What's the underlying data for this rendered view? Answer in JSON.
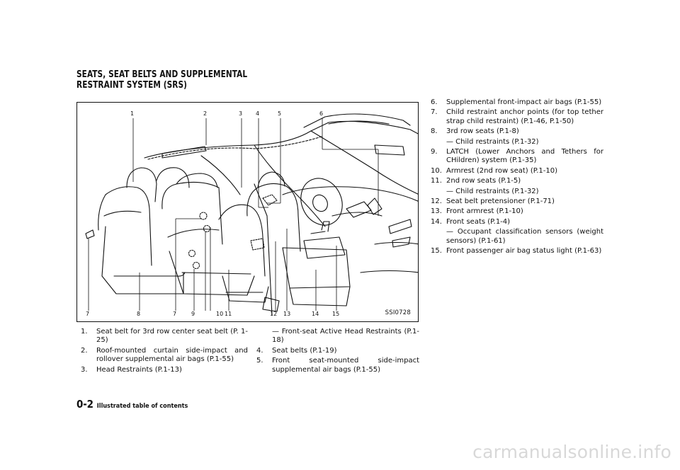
{
  "title": "SEATS, SEAT BELTS AND SUPPLEMENTAL RESTRAINT SYSTEM (SRS)",
  "figure": {
    "id": "SSI0728",
    "callouts_top": [
      "1",
      "2",
      "3",
      "4",
      "5",
      "6"
    ],
    "callouts_bottom": [
      "7",
      "8",
      "7",
      "9",
      "10",
      "11",
      "12",
      "13",
      "14",
      "15"
    ]
  },
  "list_left": [
    {
      "num": "1.",
      "text": "Seat belt for 3rd row center seat belt (P. 1-25)"
    },
    {
      "num": "2.",
      "text": "Roof-mounted curtain side-impact and rollover supplemental air bags (P.1-55)"
    },
    {
      "num": "3.",
      "text": "Head Restraints (P.1-13)"
    }
  ],
  "list_middle": [
    {
      "sub": "— Front-seat Active Head Restraints (P.1-18)"
    },
    {
      "num": "4.",
      "text": "Seat belts (P.1-19)"
    },
    {
      "num": "5.",
      "text": "Front seat-mounted side-impact supplemental air bags (P.1-55)"
    }
  ],
  "list_right": [
    {
      "num": "6.",
      "text": "Supplemental front-impact air bags (P.1-55)"
    },
    {
      "num": "7.",
      "text": "Child restraint anchor points (for top tether strap child restraint) (P.1-46, P.1-50)"
    },
    {
      "num": "8.",
      "text": "3rd row seats (P.1-8)"
    },
    {
      "sub": "— Child restraints (P.1-32)"
    },
    {
      "num": "9.",
      "text": "LATCH (Lower Anchors and Tethers for CHildren) system (P.1-35)"
    },
    {
      "num": "10.",
      "text": "Armrest (2nd row seat) (P.1-10)"
    },
    {
      "num": "11.",
      "text": "2nd row seats (P.1-5)"
    },
    {
      "sub": "— Child restraints (P.1-32)"
    },
    {
      "num": "12.",
      "text": "Seat belt pretensioner (P.1-71)"
    },
    {
      "num": "13.",
      "text": "Front armrest (P.1-10)"
    },
    {
      "num": "14.",
      "text": "Front seats (P.1-4)"
    },
    {
      "sub": "— Occupant classification sensors (weight sensors) (P.1-61)"
    },
    {
      "num": "15.",
      "text": "Front passenger air bag status light (P.1-63)"
    }
  ],
  "footer": {
    "page": "0-2",
    "section": "Illustrated table of contents"
  },
  "watermark": "carmanualsonline.info"
}
